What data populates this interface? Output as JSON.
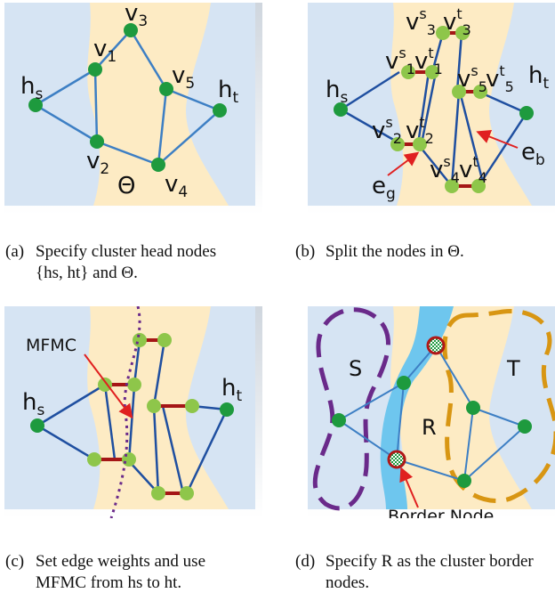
{
  "panels": {
    "a": {
      "labels": {
        "hs": "h",
        "hs_sub": "s",
        "ht": "h",
        "ht_sub": "t",
        "v1": "v",
        "v1_sub": "1",
        "v2": "v",
        "v2_sub": "2",
        "v3": "v",
        "v3_sub": "3",
        "v4": "v",
        "v4_sub": "4",
        "v5": "v",
        "v5_sub": "5",
        "theta": "Θ"
      },
      "caption_label": "(a)",
      "caption_line1": "Specify cluster head nodes",
      "caption_line2": "{hs, ht} and Θ."
    },
    "b": {
      "labels": {
        "hs": "h",
        "hs_sub": "s",
        "ht": "h",
        "ht_sub": "t",
        "v": "v",
        "sup_s": "s",
        "sup_t": "t",
        "eg": "e",
        "eg_sub": "g",
        "eb": "e",
        "eb_sub": "b"
      },
      "caption_label": "(b)",
      "caption_line1": "Split the nodes in Θ."
    },
    "c": {
      "labels": {
        "hs": "h",
        "hs_sub": "s",
        "ht": "h",
        "ht_sub": "t",
        "mfmc": "MFMC"
      },
      "caption_label": "(c)",
      "caption_line1": "Set edge weights and use",
      "caption_line2": "MFMC from hs to ht."
    },
    "d": {
      "labels": {
        "S": "S",
        "T": "T",
        "R": "R",
        "border": "Border Node"
      },
      "caption_label": "(d)",
      "caption_line1": "Specify R as the cluster border",
      "caption_line2": "nodes."
    }
  },
  "colors": {
    "background": "#d6e4f3",
    "region": "#fdebc4",
    "node": "#1e9a3e",
    "split_node": "#8ec64a",
    "edge": "#3d7fc4",
    "split_edge": "#a51616",
    "arrow": "#e02020",
    "cut": "#6a2a8a",
    "region_S": "#6a2a8a",
    "region_T": "#d89613",
    "region_R": "#6ec6ee"
  }
}
